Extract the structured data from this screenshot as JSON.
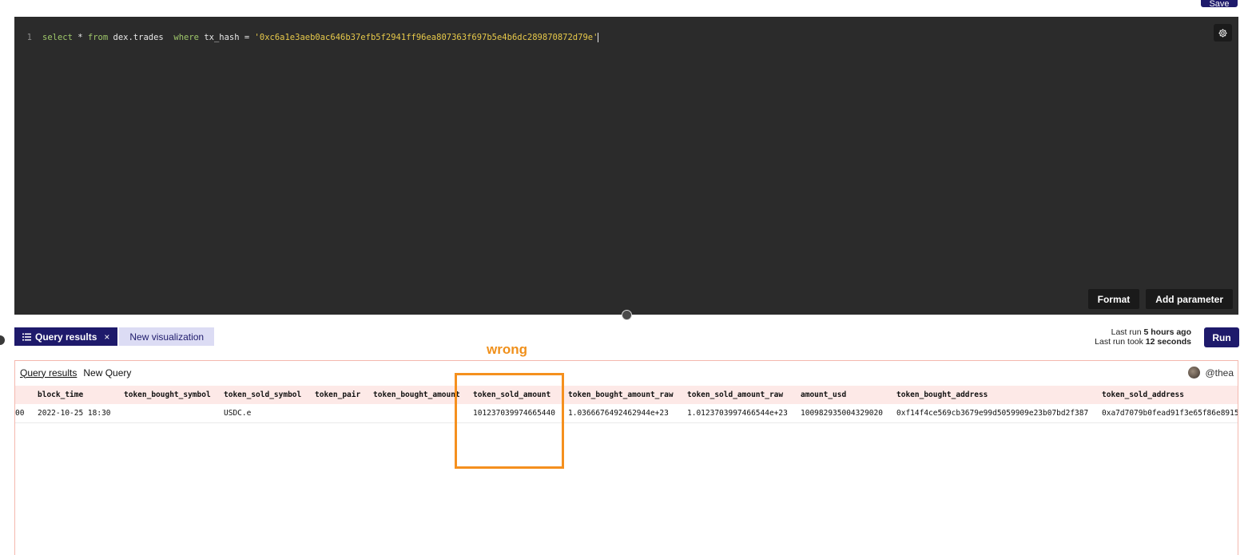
{
  "toolbar": {
    "save_label": "Save"
  },
  "editor": {
    "line_number": "1",
    "tokens": {
      "select": "select",
      "star": " * ",
      "from": "from",
      "table": " dex.trades  ",
      "where": "where",
      "column": " tx_hash = ",
      "hash": "'0xc6a1e3aeb0ac646b37efb5f2941ff96ea807363f697b5e4b6dc289870872d79e'"
    },
    "format_label": "Format",
    "add_parameter_label": "Add parameter",
    "settings_icon": "gear-icon"
  },
  "tabs": {
    "query_results": "Query results",
    "close": "×",
    "new_visualization": "New visualization"
  },
  "run": {
    "last_run_prefix": "Last run ",
    "last_run_value": "5 hours ago",
    "took_prefix": "Last run took ",
    "took_value": "12 seconds",
    "run_label": "Run"
  },
  "annotation": {
    "label": "wrong",
    "color": "#f5901e"
  },
  "results": {
    "title": "Query results",
    "subtitle": "New Query",
    "user": "@thea",
    "columns": [
      "block_time",
      "token_bought_symbol",
      "token_sold_symbol",
      "token_pair",
      "token_bought_amount",
      "token_sold_amount",
      "token_bought_amount_raw",
      "token_sold_amount_raw",
      "amount_usd",
      "token_bought_address",
      "token_sold_address"
    ],
    "rows": [
      {
        "prefix": "00",
        "cells": [
          "2022-10-25 18:30",
          "",
          "USDC.e",
          "",
          "",
          "101237039974665440",
          "1.0366676492462944e+23",
          "1.0123703997466544e+23",
          "100982935004329020",
          "0xf14f4ce569cb3679e99d5059909e23b07bd2f387",
          "0xa7d7079b0fead91f3e65f86e8915"
        ]
      }
    ]
  },
  "colors": {
    "brand": "#1e1a6b",
    "editor_bg": "#2b2b2b",
    "header_row": "#fde9e7",
    "panel_border": "#f4b8ae"
  }
}
